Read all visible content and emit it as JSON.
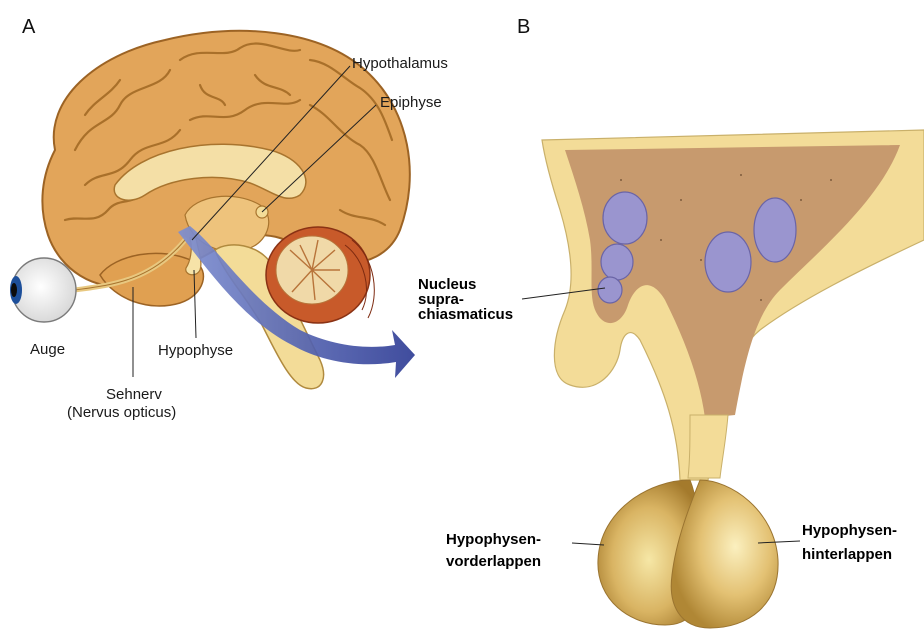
{
  "panels": {
    "a": "A",
    "b": "B"
  },
  "labels_a": {
    "hypothalamus": "Hypothalamus",
    "epiphyse": "Epiphyse",
    "auge": "Auge",
    "hypophyse": "Hypophyse",
    "sehnerv": "Sehnerv",
    "nervus_opticus": "(Nervus opticus)"
  },
  "labels_b": {
    "nucleus_line1": "Nucleus",
    "nucleus_line2": "supra-",
    "nucleus_line3": "chiasmaticus",
    "hvl_line1": "Hypophysen-",
    "hvl_line2": "vorderlappen",
    "hhl_line1": "Hypophysen-",
    "hhl_line2": "hinterlappen"
  },
  "colors": {
    "brain": "#e2a55a",
    "brain_outline": "#9c6324",
    "arrow": "#3f4ea3",
    "cerebellum": "#c85a2a",
    "tissue": "#f3dc98",
    "tissue_center": "#c79a6e",
    "nucleus": "#9a95cf",
    "gland": "#c9a046"
  }
}
